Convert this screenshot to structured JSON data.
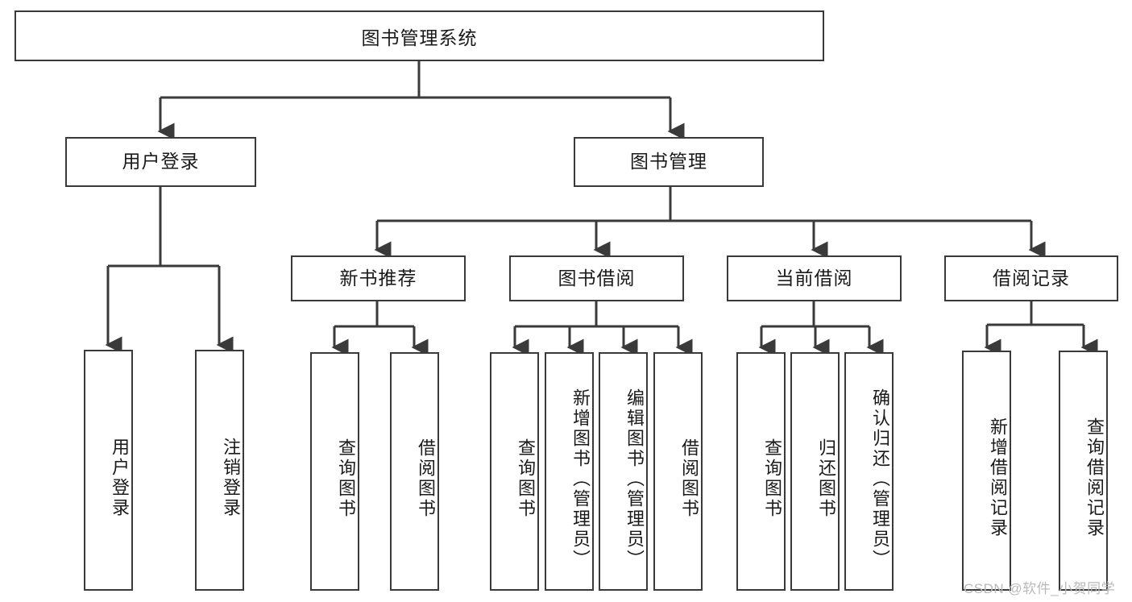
{
  "diagram": {
    "title": "图书管理系统",
    "type": "hierarchy-tree",
    "root": {
      "label": "图书管理系统"
    },
    "level2": [
      {
        "label": "用户登录"
      },
      {
        "label": "图书管理"
      }
    ],
    "level3": [
      {
        "label": "新书推荐"
      },
      {
        "label": "图书借阅"
      },
      {
        "label": "当前借阅"
      },
      {
        "label": "借阅记录"
      }
    ],
    "leaves": {
      "user_login": [
        {
          "label": "用户登录"
        },
        {
          "label": "注销登录"
        }
      ],
      "new_book_recommend": [
        {
          "label": "查询图书"
        },
        {
          "label": "借阅图书"
        }
      ],
      "book_borrow": [
        {
          "label": "查询图书"
        },
        {
          "label": "新增图书（管理员）"
        },
        {
          "label": "编辑图书（管理员）"
        },
        {
          "label": "借阅图书"
        }
      ],
      "current_borrow": [
        {
          "label": "查询图书"
        },
        {
          "label": "归还图书"
        },
        {
          "label": "确认归还（管理员）"
        }
      ],
      "borrow_record": [
        {
          "label": "新增借阅记录"
        },
        {
          "label": "查询借阅记录"
        }
      ]
    }
  },
  "watermark": {
    "text": "CSDN @软件_小贺同学"
  },
  "colors": {
    "border": "#3a3a3a",
    "line": "#3a3a3a",
    "text": "#1a1a1a",
    "background": "#ffffff",
    "watermark": "#b9b9b9"
  }
}
